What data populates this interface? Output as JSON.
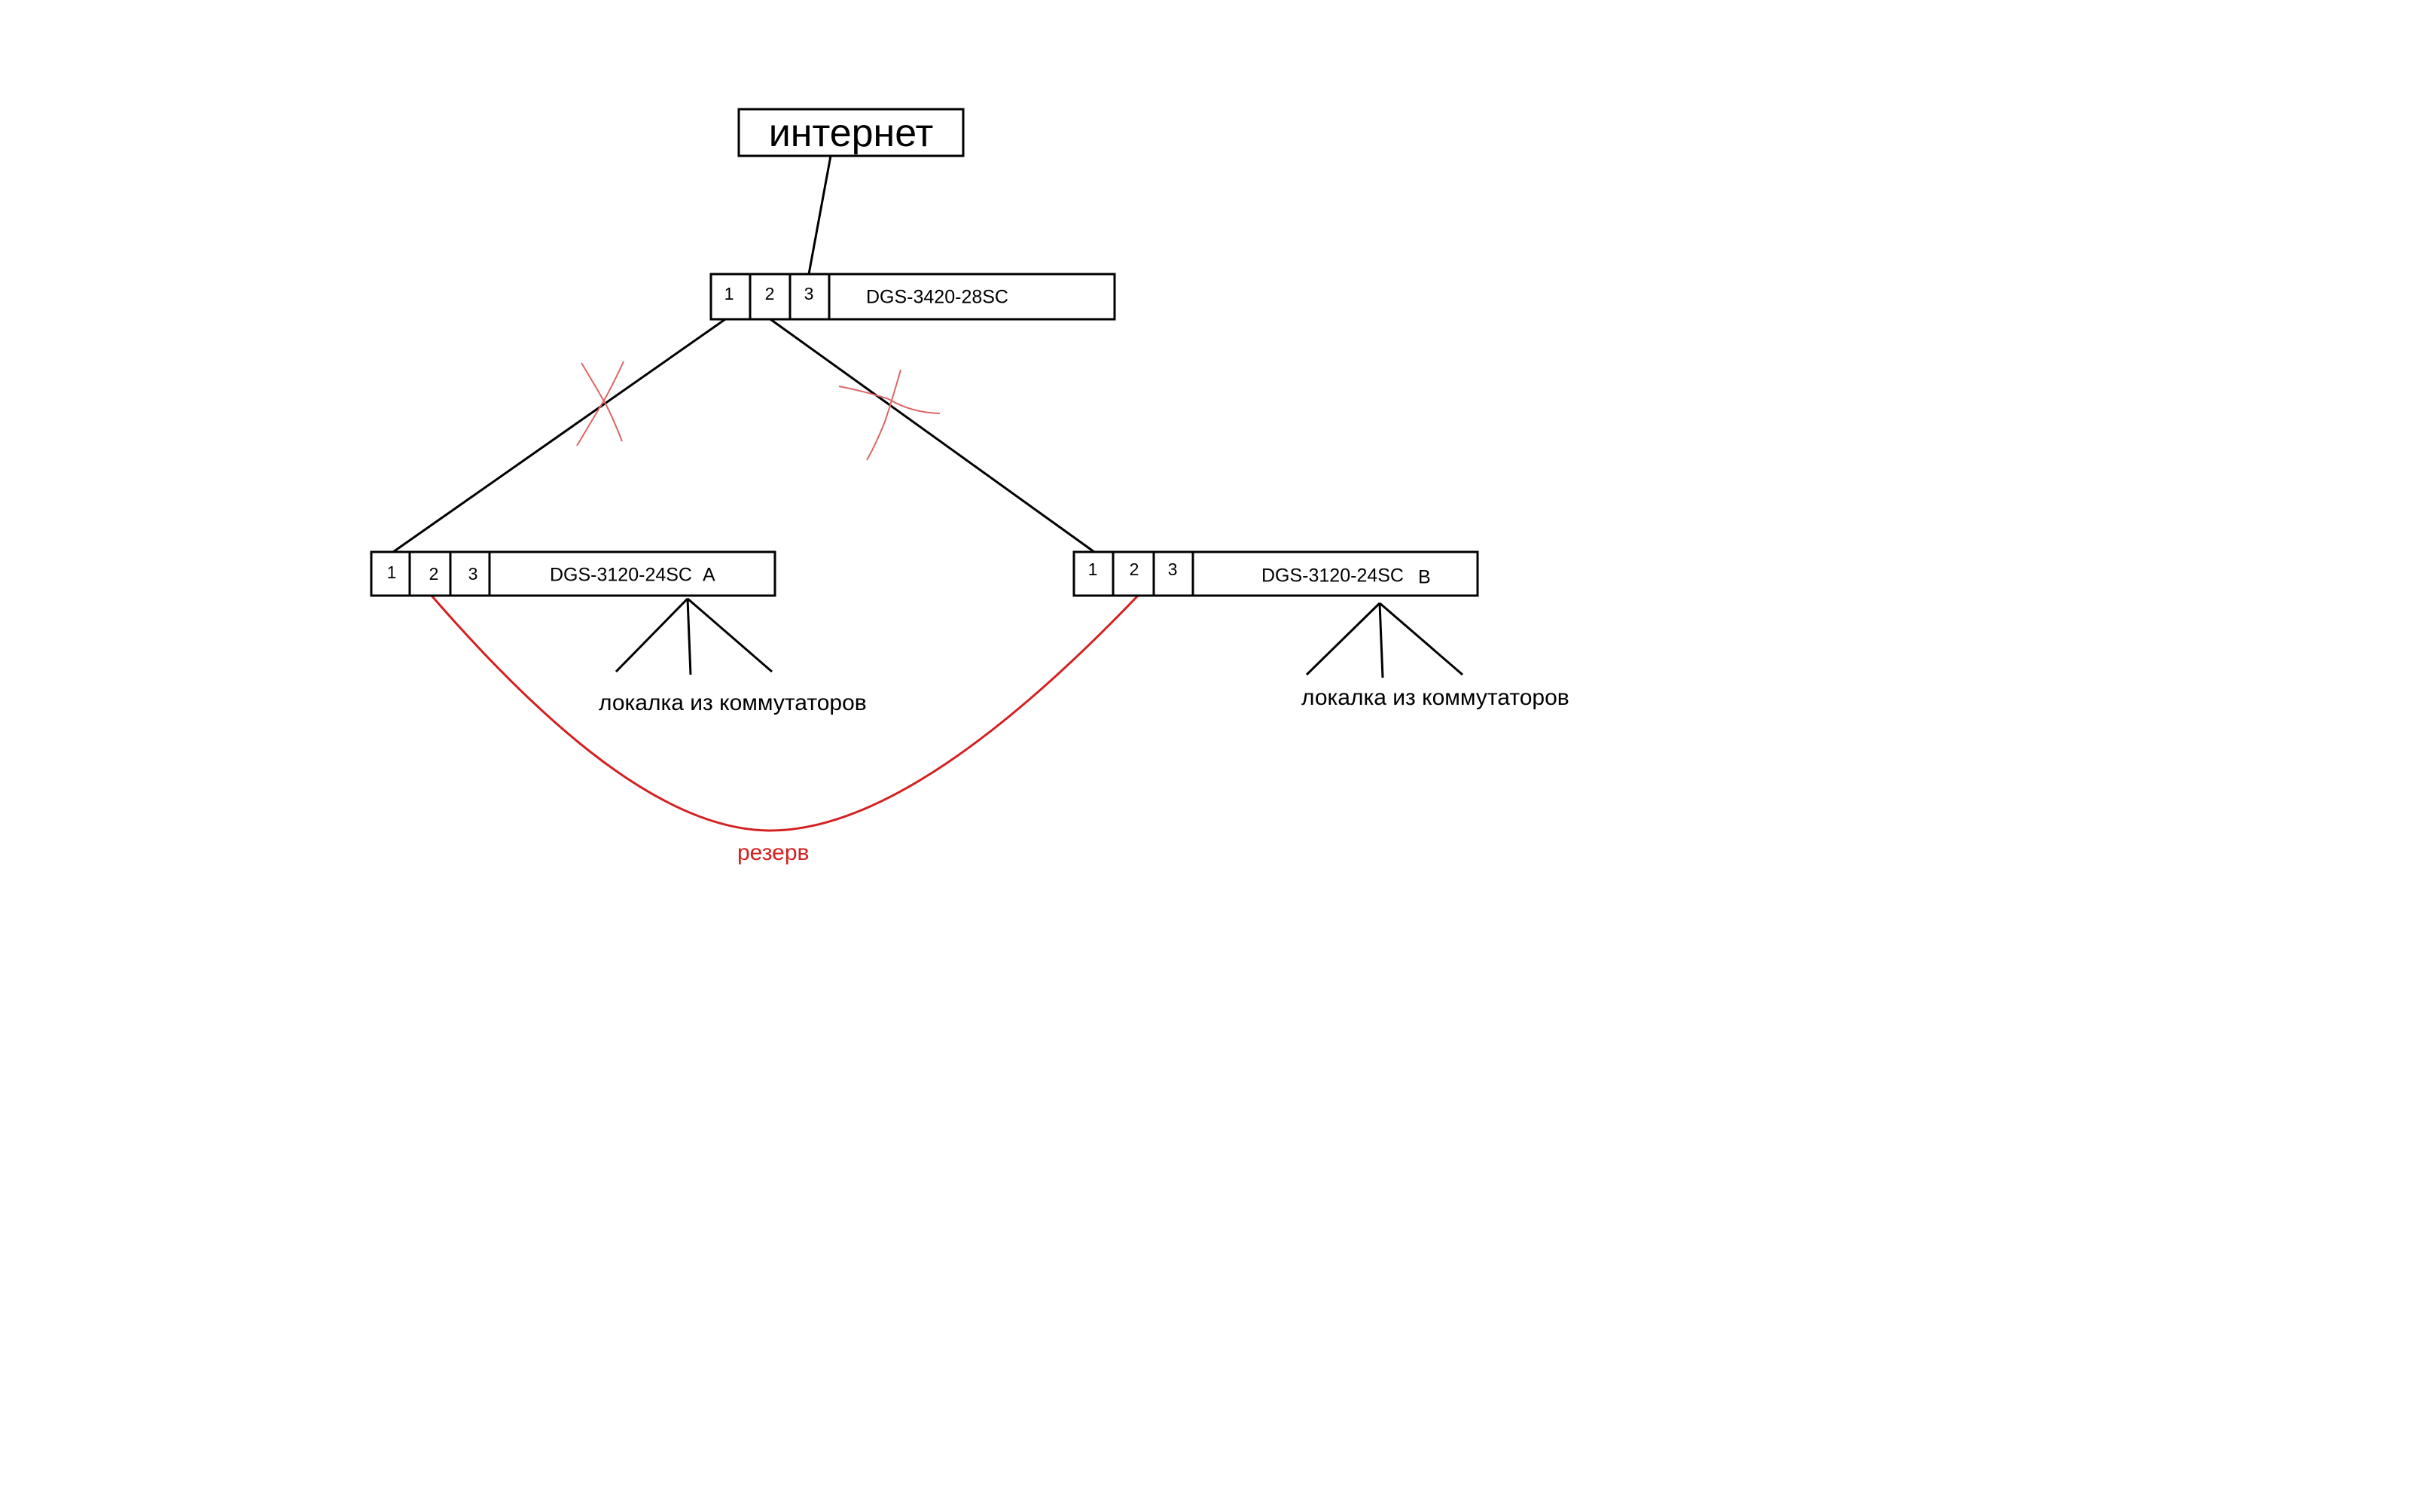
{
  "internet": {
    "label": "интернет"
  },
  "core_switch": {
    "ports": [
      "1",
      "2",
      "3"
    ],
    "model": "DGS-3420-28SC"
  },
  "switch_a": {
    "ports": [
      "1",
      "2",
      "3"
    ],
    "model": "DGS-3120-24SC",
    "tag": "A",
    "lan_label": "локалка из коммутаторов"
  },
  "switch_b": {
    "ports": [
      "1",
      "2",
      "3"
    ],
    "model": "DGS-3120-24SC",
    "tag": "B",
    "lan_label": "локалка из коммутаторов"
  },
  "backup_link": {
    "label": "резерв",
    "color": "#d42020"
  }
}
